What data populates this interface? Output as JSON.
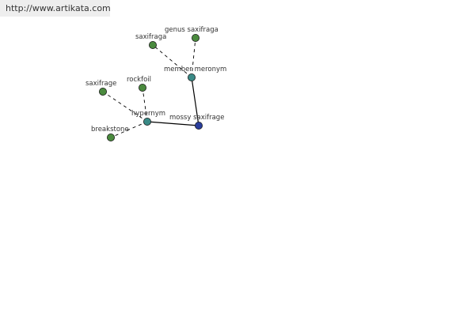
{
  "banner": {
    "url": "http://www.artikata.com"
  },
  "colors": {
    "leaf_node": "#4a8a3e",
    "relation_node": "#3a8a86",
    "root_node": "#2a3e9c",
    "edge": "#000000"
  },
  "graph": {
    "nodes": [
      {
        "id": "mossy",
        "label": "mossy saxifrage",
        "kind": "root"
      },
      {
        "id": "hypernym",
        "label": "hypernym",
        "kind": "relation"
      },
      {
        "id": "member",
        "label": "member meronym",
        "kind": "relation"
      },
      {
        "id": "saxifrage",
        "label": "saxifrage",
        "kind": "leaf"
      },
      {
        "id": "rockfoil",
        "label": "rockfoil",
        "kind": "leaf"
      },
      {
        "id": "breakstone",
        "label": "breakstone",
        "kind": "leaf"
      },
      {
        "id": "saxifraga",
        "label": "saxifraga",
        "kind": "leaf"
      },
      {
        "id": "genus",
        "label": "genus saxifraga",
        "kind": "leaf"
      }
    ],
    "edges": [
      {
        "from": "mossy",
        "to": "hypernym",
        "style": "solid"
      },
      {
        "from": "mossy",
        "to": "member",
        "style": "solid"
      },
      {
        "from": "hypernym",
        "to": "saxifrage",
        "style": "dashed"
      },
      {
        "from": "hypernym",
        "to": "rockfoil",
        "style": "dashed"
      },
      {
        "from": "hypernym",
        "to": "breakstone",
        "style": "dashed"
      },
      {
        "from": "member",
        "to": "saxifraga",
        "style": "dashed"
      },
      {
        "from": "member",
        "to": "genus",
        "style": "dashed"
      }
    ]
  }
}
